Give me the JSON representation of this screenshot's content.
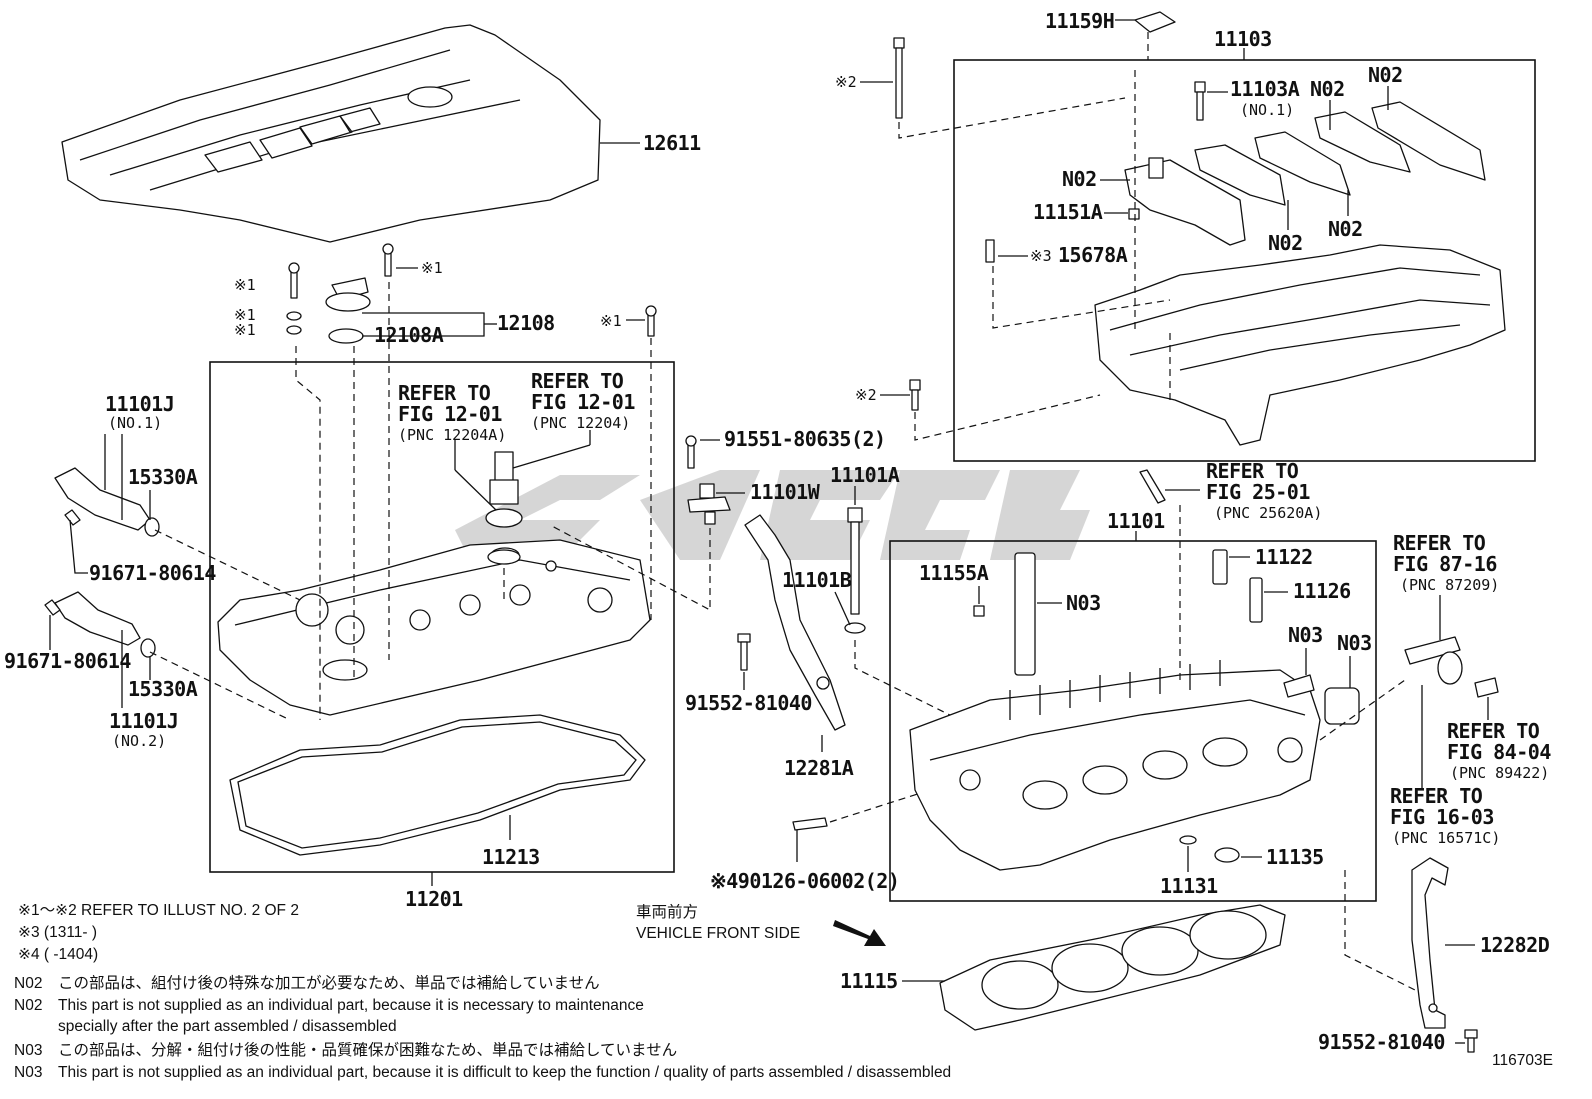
{
  "diagram_id": "116703E",
  "watermark_text": "",
  "parts": {
    "p12611": "12611",
    "p12108": "12108",
    "p12108A": "12108A",
    "p11101J_1": "11101J",
    "p11101J_1_sub": "(NO.1)",
    "p15330A_1": "15330A",
    "p91671_1": "91671-80614",
    "p91671_2": "91671-80614",
    "p15330A_2": "15330A",
    "p11101J_2": "11101J",
    "p11101J_2_sub": "(NO.2)",
    "p11213": "11213",
    "p11201": "11201",
    "p91551": "91551-80635(2)",
    "p11101W": "11101W",
    "p11101A": "11101A",
    "p11101B": "11101B",
    "p91552_1": "91552-81040",
    "p12281A": "12281A",
    "p490126": "※490126-06002(2)",
    "p11159H": "11159H",
    "p11103": "11103",
    "p11103A": "11103A",
    "p11103A_sub": "(NO.1)",
    "pN02_a": "N02",
    "pN02_b": "N02",
    "pN02_c": "N02",
    "pN02_d": "N02",
    "pN02_e": "N02",
    "p11151A": "11151A",
    "p15678A": "15678A",
    "mark3_15678": "※3",
    "mark2_top": "※2",
    "mark2_mid": "※2",
    "mark1_a": "※1",
    "mark1_b": "※1",
    "mark1_c": "※1",
    "mark1_d": "※1",
    "mark1_e": "※1",
    "p11101": "11101",
    "p11155A": "11155A",
    "pN03_a": "N03",
    "p11122": "11122",
    "p11126": "11126",
    "pN03_b": "N03",
    "pN03_c": "N03",
    "p11131": "11131",
    "p11135": "11135",
    "p11115": "11115",
    "p12282D": "12282D",
    "p91552_2": "91552-81040"
  },
  "refs": {
    "r1_l1": "REFER TO",
    "r1_l2": "FIG 12-01",
    "r1_l3": "(PNC 12204A)",
    "r2_l1": "REFER TO",
    "r2_l2": "FIG 12-01",
    "r2_l3": "(PNC 12204)",
    "r3_l1": "REFER TO",
    "r3_l2": "FIG 25-01",
    "r3_l3": "(PNC 25620A)",
    "r4_l1": "REFER TO",
    "r4_l2": "FIG 87-16",
    "r4_l3": "(PNC 87209)",
    "r5_l1": "REFER TO",
    "r5_l2": "FIG 84-04",
    "r5_l3": "(PNC 89422)",
    "r6_l1": "REFER TO",
    "r6_l2": "FIG 16-03",
    "r6_l3": "(PNC 16571C)"
  },
  "direction": {
    "jp": "車両前方",
    "en": "VEHICLE FRONT SIDE"
  },
  "notes": {
    "n1": "※1～※2  REFER TO ILLUST NO. 2 OF 2",
    "n2": "※3 (1311-        )",
    "n3": "※4 (        -1404)",
    "n4_code": "N02",
    "n4": "この部品は、組付け後の特殊な加工が必要なため、単品では補給していません",
    "n5_code": "N02",
    "n5": "This part is not supplied as an individual part, because it is necessary to maintenance",
    "n5b": "specially after the part assembled / disassembled",
    "n6_code": "N03",
    "n6": "この部品は、分解・組付け後の性能・品質確保が困難なため、単品では補給していません",
    "n7_code": "N03",
    "n7": "This part is not supplied as an individual part, because it is difficult to keep the function / quality of parts  assembled / disassembled"
  },
  "colors": {
    "ink": "#111111",
    "background": "#ffffff",
    "watermark": "#cfcfcf"
  }
}
